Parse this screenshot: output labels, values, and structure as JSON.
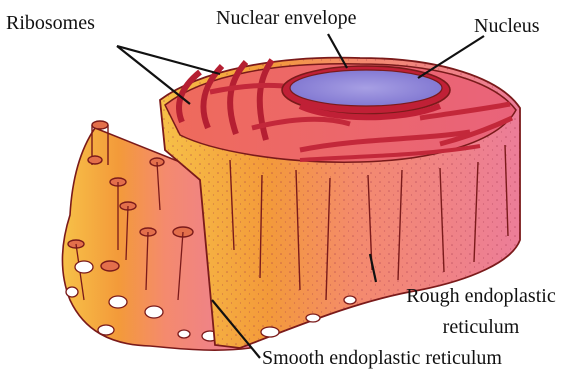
{
  "labels": {
    "ribosomes": "Ribosomes",
    "nuclear_envelope": "Nuclear envelope",
    "nucleus": "Nucleus",
    "rough_er_line1": "Rough endoplastic",
    "rough_er_line2": "reticulum",
    "smooth_er": "Smooth endoplastic reticulum"
  },
  "colors": {
    "smooth_er_light": "#f7c148",
    "smooth_er_mid": "#f39a3a",
    "rough_er_light": "#f48a6e",
    "rough_er_pink": "#ec7d99",
    "cisternae": "#d9303e",
    "outline": "#7a1a1a",
    "nucleus": "#8e86d9",
    "nucleus_rim": "#c02036"
  }
}
